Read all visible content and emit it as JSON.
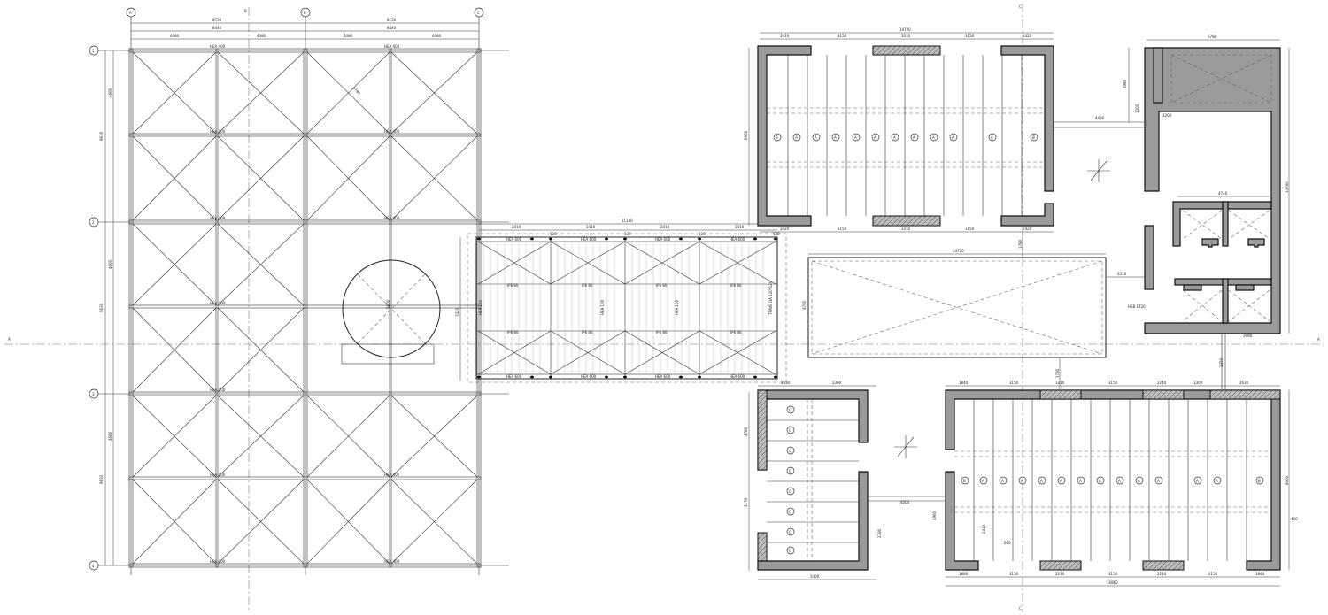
{
  "grid": {
    "columns": [
      "A",
      "B",
      "C"
    ],
    "rows": [
      "1",
      "2",
      "3",
      "4"
    ],
    "section_marks": [
      "A",
      "A",
      "B",
      "C",
      "C"
    ]
  },
  "dimensions": {
    "top_bay": "8750",
    "top_sub": "8440",
    "top_half": "4080",
    "left_row_bay": "9630",
    "left_row_sub": "4660",
    "bridge_total": "11180",
    "bridge_bay": "2410",
    "bridge_end": "120",
    "bridge_depth": "7420",
    "shelter_top_total": "14700",
    "shelter_top_segments": [
      "2420",
      "3150",
      "3310",
      "3150",
      "2420"
    ],
    "shelter_top_bottom": [
      "2420",
      "3150",
      "3310",
      "3150",
      "2420"
    ],
    "shelter_top_height": "6960",
    "core_width": "6780",
    "core_height": "14780",
    "core_inner": "4740",
    "core_offsets": [
      "3980",
      "1300",
      "1200",
      "3980"
    ],
    "link_dims": [
      "4430",
      "3310",
      "2400",
      "1780",
      "1780",
      "2350"
    ],
    "slab_width": "14730",
    "slab_depth": "4790",
    "tank_dia": "5800",
    "small_room_top": [
      "2630",
      "2360"
    ],
    "small_room_width": "5400",
    "small_room_heights": [
      "4780",
      "3170",
      "2380"
    ],
    "link_bottom": "4000",
    "shelter_bottom_top": [
      "1840",
      "3150",
      "1210",
      "3150",
      "2240",
      "1300",
      "2630"
    ],
    "shelter_bottom_bottom": [
      "1880",
      "3150",
      "2230",
      "3150",
      "2240",
      "2150",
      "1840"
    ],
    "shelter_bottom_total": "16860",
    "shelter_bottom_height": "8960",
    "shelter_bottom_depths": [
      "4960",
      "2410",
      "600",
      "400"
    ]
  },
  "labels": {
    "beam_hea400": "HEA 400",
    "beam_hea600": "HEA 600",
    "beam_hea160": "HEA 160",
    "beam_hea100": "HEA 100",
    "beam_ipe80": "IPE 80",
    "grating": "TRAVE DA 120*120",
    "diag": "6780",
    "cross_ref": "HEB 1720"
  },
  "room_markers": {
    "top_row": [
      "B",
      "A",
      "A",
      "A",
      "A",
      "A",
      "A",
      "A",
      "A",
      "A",
      "A",
      "B"
    ],
    "left_col": [
      "C",
      "C",
      "C",
      "C",
      "C",
      "C",
      "C",
      "C"
    ],
    "bottom_row": [
      "B",
      "A",
      "A",
      "A",
      "A",
      "A",
      "A",
      "A",
      "A",
      "A",
      "A",
      "A",
      "A",
      "B"
    ]
  }
}
